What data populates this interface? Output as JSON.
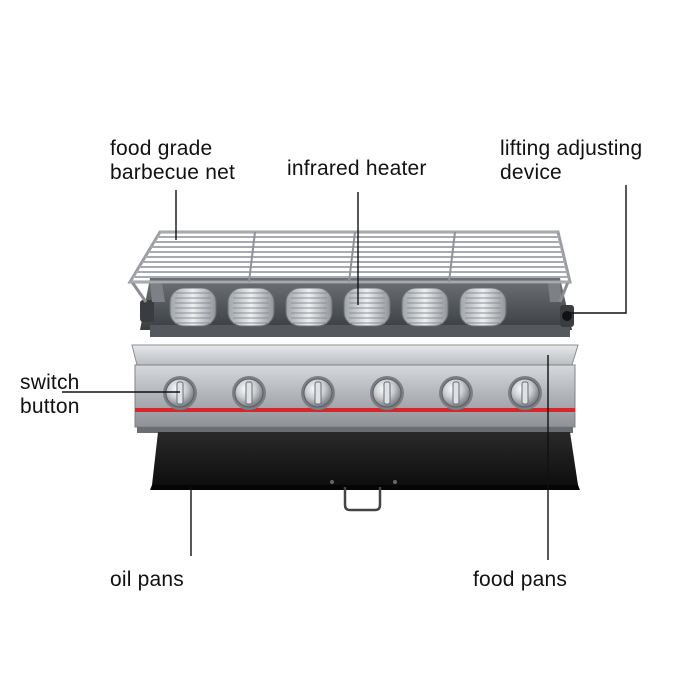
{
  "labels": {
    "food_grade_line1": "food grade",
    "food_grade_line2": "barbecue net",
    "infrared_heater": "infrared heater",
    "lifting_line1": "lifting adjusting",
    "lifting_line2": "device",
    "switch_line1": "switch",
    "switch_line2": "button",
    "oil_pans": "oil pans",
    "food_pans": "food pans"
  },
  "product": {
    "burner_count": 6,
    "knob_count": 6,
    "accent_stripe_color": "#d8262a",
    "body_color": "#a9adb1",
    "pan_color": "#1a1a1a"
  }
}
